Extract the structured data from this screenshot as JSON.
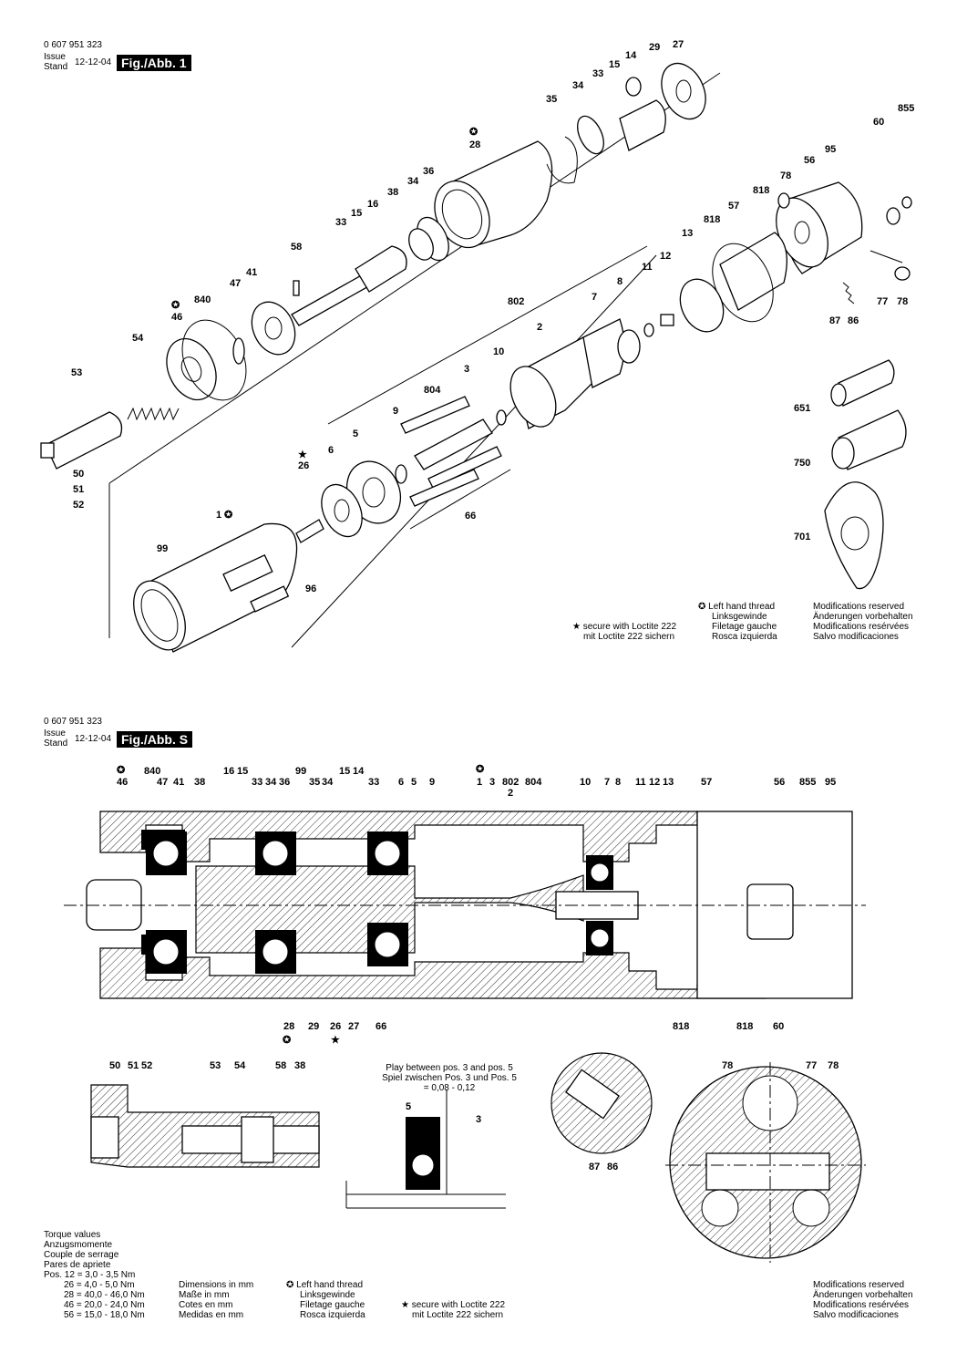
{
  "header1": {
    "part_no": "0 607 951 323",
    "issue_label": "Issue",
    "stand_label": "Stand",
    "date": "12-12-04",
    "fig_label": "Fig./Abb. 1"
  },
  "header2": {
    "part_no": "0 607 951 323",
    "issue_label": "Issue",
    "stand_label": "Stand",
    "date": "12-12-04",
    "fig_label": "Fig./Abb. S"
  },
  "fig1_labels": {
    "l29": "29",
    "l27": "27",
    "l14": "14",
    "l15a": "15",
    "l33a": "33",
    "l34a": "34",
    "l35": "35",
    "l28": "28",
    "l36": "36",
    "l34b": "34",
    "l38": "38",
    "l16": "16",
    "l15b": "15",
    "l33b": "33",
    "l58": "58",
    "l47": "47",
    "l41": "41",
    "l840": "840",
    "l46": "46",
    "l54": "54",
    "l53": "53",
    "l50": "50",
    "l51": "51",
    "l52": "52",
    "l855": "855",
    "l60": "60",
    "l95": "95",
    "l56": "56",
    "l78a": "78",
    "l818a": "818",
    "l818b": "818",
    "l57": "57",
    "l13": "13",
    "l12": "12",
    "l11": "11",
    "l8": "8",
    "l7": "7",
    "l802": "802",
    "l2": "2",
    "l10": "10",
    "l3": "3",
    "l804": "804",
    "l9": "9",
    "l5": "5",
    "l6": "6",
    "l26": "26",
    "l1": "1",
    "l66": "66",
    "l99": "99",
    "l96": "96",
    "l77": "77",
    "l78b": "78",
    "l87": "87",
    "l86": "86",
    "l651": "651",
    "l750": "750",
    "l701": "701"
  },
  "fig1_notes": {
    "loctite": [
      "secure with Loctite 222",
      "mit Loctite 222 sichern"
    ],
    "left_hand": [
      "Left hand thread",
      "Linksgewinde",
      "Filetage gauche",
      "Rosca izquierda"
    ],
    "modifications": [
      "Modifications reserved",
      "Änderungen vorbehalten",
      "Modifications resérvées",
      "Salvo modificaciones"
    ]
  },
  "figS_top_labels": [
    "46",
    "840",
    "47",
    "41",
    "38",
    "16",
    "15",
    "33",
    "34",
    "36",
    "99",
    "35",
    "34",
    "15",
    "14",
    "33",
    "6",
    "5",
    "9",
    "1",
    "3",
    "802",
    "2",
    "804",
    "10",
    "7",
    "8",
    "11",
    "12",
    "13",
    "57",
    "56",
    "855",
    "95"
  ],
  "figS_bottom_labels": [
    "28",
    "29",
    "26",
    "27",
    "66",
    "818",
    "818",
    "60"
  ],
  "detail_labels": {
    "d50": "50",
    "d51": "51",
    "d52": "52",
    "d53": "53",
    "d54": "54",
    "d58": "58",
    "d38": "38",
    "p5": "5",
    "p3": "3",
    "d87": "87",
    "d86": "86",
    "c78a": "78",
    "c77": "77",
    "c78b": "78"
  },
  "play_note": [
    "Play between pos. 3 and pos. 5",
    "Spiel zwischen Pos. 3 und Pos. 5",
    "= 0,08 - 0,12"
  ],
  "torque": {
    "heading": [
      "Torque values",
      "Anzugsmomente",
      "Couple de serrage",
      "Pares de apriete"
    ],
    "rows": [
      "Pos. 12 =   3,0 -   3,5 Nm",
      "26 =   4,0 -   5,0 Nm",
      "28 = 40,0 - 46,0 Nm",
      "46 = 20,0 - 24,0 Nm",
      "56 = 15,0 - 18,0 Nm"
    ]
  },
  "dimensions": [
    "Dimensions in mm",
    "Maße in mm",
    "Cotes en mm",
    "Medidas en mm"
  ],
  "figS_notes": {
    "left_hand": [
      "Left hand thread",
      "Linksgewinde",
      "Filetage gauche",
      "Rosca izquierda"
    ],
    "loctite": [
      "secure with Loctite 222",
      "mit Loctite 222 sichern"
    ],
    "modifications": [
      "Modifications reserved",
      "Änderungen vorbehalten",
      "Modifications resérvées",
      "Salvo modificaciones"
    ]
  },
  "symbols": {
    "left_hand_symbol": "✪",
    "loctite_symbol": "★"
  }
}
